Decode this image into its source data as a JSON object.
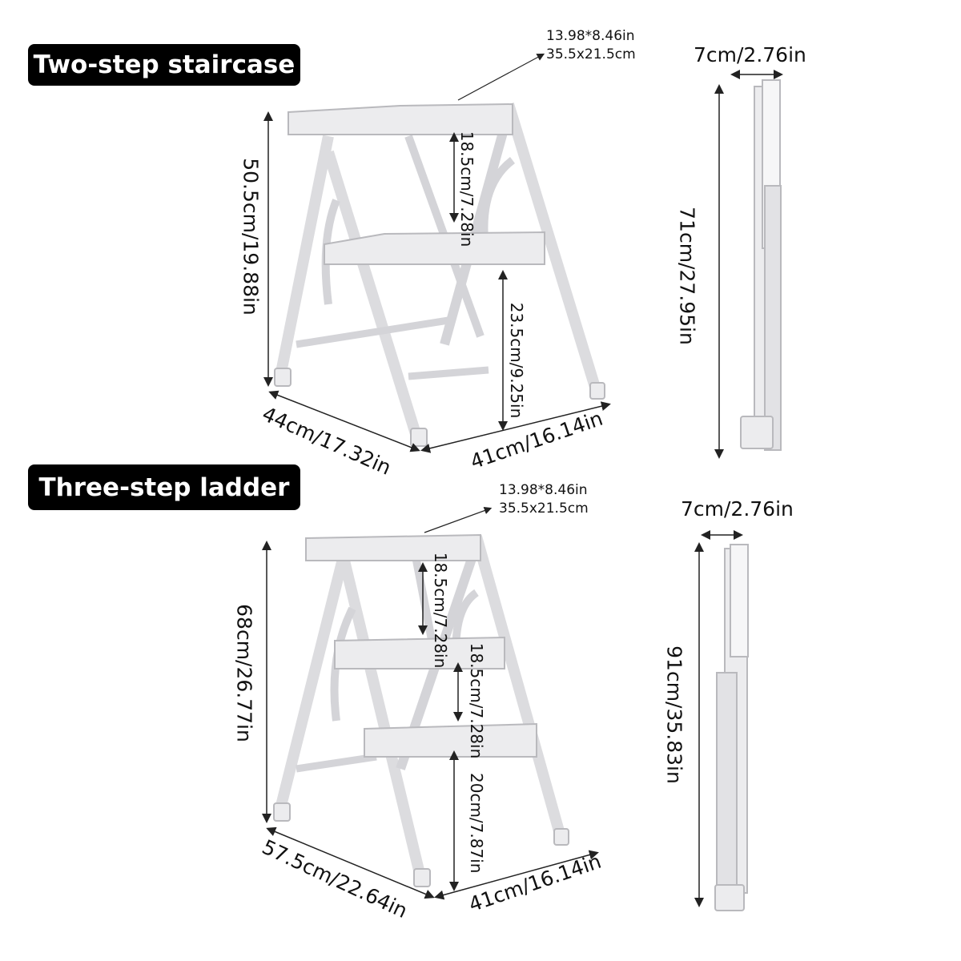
{
  "two_step": {
    "title": "Two-step staircase",
    "top_size_in": "13.98*8.46in",
    "top_size_cm": "35.5x21.5cm",
    "folded_depth": "7cm/2.76in",
    "height": "50.5cm/19.88in",
    "step_gap": "18.5cm/7.28in",
    "lower_step_height": "23.5cm/9.25in",
    "depth": "44cm/17.32in",
    "width": "41cm/16.14in",
    "folded_height": "71cm/27.95in"
  },
  "three_step": {
    "title": "Three-step ladder",
    "top_size_in": "13.98*8.46in",
    "top_size_cm": "35.5x21.5cm",
    "folded_depth": "7cm/2.76in",
    "height": "68cm/26.77in",
    "step_gap_upper": "18.5cm/7.28in",
    "step_gap_middle": "18.5cm/7.28in",
    "lower_step_height": "20cm/7.87in",
    "depth": "57.5cm/22.64in",
    "width": "41cm/16.14in",
    "folded_height": "91cm/35.83in"
  },
  "colors": {
    "frame": "#e4e4e6",
    "outline": "#b9b9bd",
    "pill": "#000000",
    "dim_line": "#222222"
  }
}
